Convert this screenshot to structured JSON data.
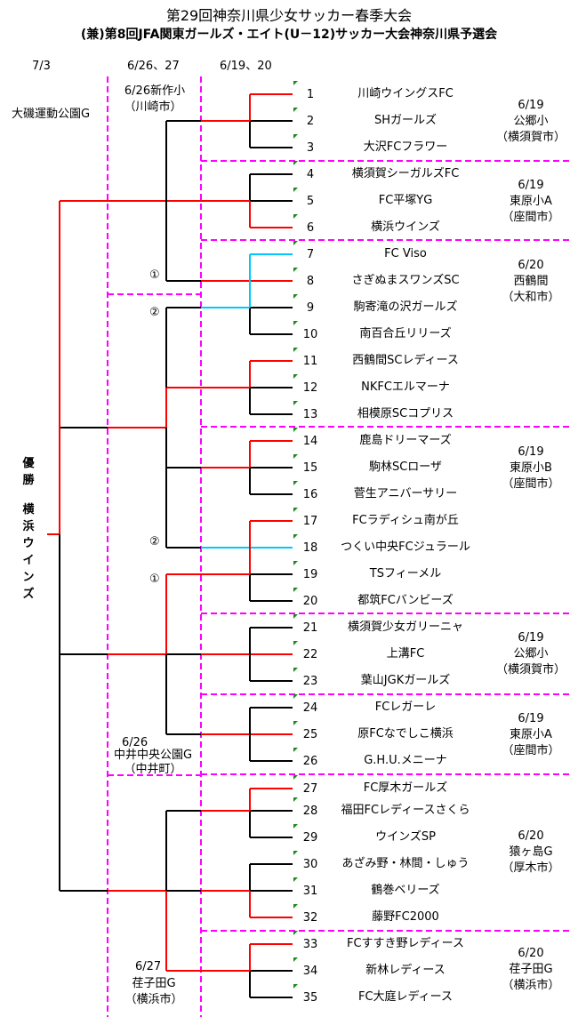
{
  "title": "第29回神奈川県少女サッカー春季大会",
  "subtitle": "(兼)第8回JFA関東ガールズ・エイト(U－12)サッカー大会神奈川県予選会",
  "round_dates": [
    "7/3",
    "6/26、27",
    "6/19、20"
  ],
  "left_venues": {
    "final": "大磯運動公園G",
    "semi_top_date_venue": "6/26新作小",
    "semi_top_city": "（川崎市）",
    "semi_mid_date": "6/26",
    "semi_mid_venue": "中井中央公園G",
    "semi_mid_city": "（中井町）",
    "semi_bot_date": "6/27",
    "semi_bot_venue": "荏子田G",
    "semi_bot_city": "（横浜市）"
  },
  "match_marks": [
    "①",
    "②",
    "②",
    "①"
  ],
  "winner": {
    "label": "優勝",
    "team": "横浜ウインズ"
  },
  "teams": [
    {
      "no": "1",
      "name": "川崎ウイングスFC"
    },
    {
      "no": "2",
      "name": "SHガールズ"
    },
    {
      "no": "3",
      "name": "大沢FCフラワー"
    },
    {
      "no": "4",
      "name": "横須賀シーガルズFC"
    },
    {
      "no": "5",
      "name": "FC平塚YG"
    },
    {
      "no": "6",
      "name": "横浜ウインズ"
    },
    {
      "no": "7",
      "name": "FC Viso"
    },
    {
      "no": "8",
      "name": "さぎぬまスワンズSC"
    },
    {
      "no": "9",
      "name": "駒寄滝の沢ガールズ"
    },
    {
      "no": "10",
      "name": "南百合丘リリーズ"
    },
    {
      "no": "11",
      "name": "西鶴間SCレディース"
    },
    {
      "no": "12",
      "name": "NKFCエルマーナ"
    },
    {
      "no": "13",
      "name": "相模原SCコプリス"
    },
    {
      "no": "14",
      "name": "鹿島ドリーマーズ"
    },
    {
      "no": "15",
      "name": "駒林SCローザ"
    },
    {
      "no": "16",
      "name": "菅生アニバーサリー"
    },
    {
      "no": "17",
      "name": "FCラディシュ南が丘"
    },
    {
      "no": "18",
      "name": "つくい中央FCジュラール"
    },
    {
      "no": "19",
      "name": "TSフィーメル"
    },
    {
      "no": "20",
      "name": "都筑FCバンビーズ"
    },
    {
      "no": "21",
      "name": "横須賀少女ガリーニャ"
    },
    {
      "no": "22",
      "name": "上溝FC"
    },
    {
      "no": "23",
      "name": "葉山JGKガールズ"
    },
    {
      "no": "24",
      "name": "FCレガーレ"
    },
    {
      "no": "25",
      "name": "原FCなでしこ横浜"
    },
    {
      "no": "26",
      "name": "G.H.U.メニーナ"
    },
    {
      "no": "27",
      "name": "FC厚木ガールズ"
    },
    {
      "no": "28",
      "name": "福田FCレディースさくら"
    },
    {
      "no": "29",
      "name": "ウインズSP"
    },
    {
      "no": "30",
      "name": "あざみ野・林間・しゅう"
    },
    {
      "no": "31",
      "name": "鶴巻ベリーズ"
    },
    {
      "no": "32",
      "name": "藤野FC2000"
    },
    {
      "no": "33",
      "name": "FCすすき野レディース"
    },
    {
      "no": "34",
      "name": "新林レディース"
    },
    {
      "no": "35",
      "name": "FC大庭レディース"
    }
  ],
  "group_venues": [
    {
      "date": "6/19",
      "venue": "公郷小",
      "city": "（横須賀市）"
    },
    {
      "date": "6/19",
      "venue": "東原小A",
      "city": "（座間市）"
    },
    {
      "date": "6/20",
      "venue": "西鶴間",
      "city": "（大和市）"
    },
    {
      "date": "6/19",
      "venue": "東原小B",
      "city": "（座間市）"
    },
    {
      "date": "6/19",
      "venue": "公郷小",
      "city": "（横須賀市）"
    },
    {
      "date": "6/19",
      "venue": "東原小A",
      "city": "（座間市）"
    },
    {
      "date": "6/20",
      "venue": "猿ヶ島G",
      "city": "（厚木市）"
    },
    {
      "date": "6/20",
      "venue": "荏子田G",
      "city": "（横浜市）"
    }
  ],
  "colors": {
    "win": "#ff0000",
    "lose": "#000000",
    "draw_pk": "#00c8ff",
    "divider": "#ff00ff",
    "flag": "#1a8a1a"
  }
}
